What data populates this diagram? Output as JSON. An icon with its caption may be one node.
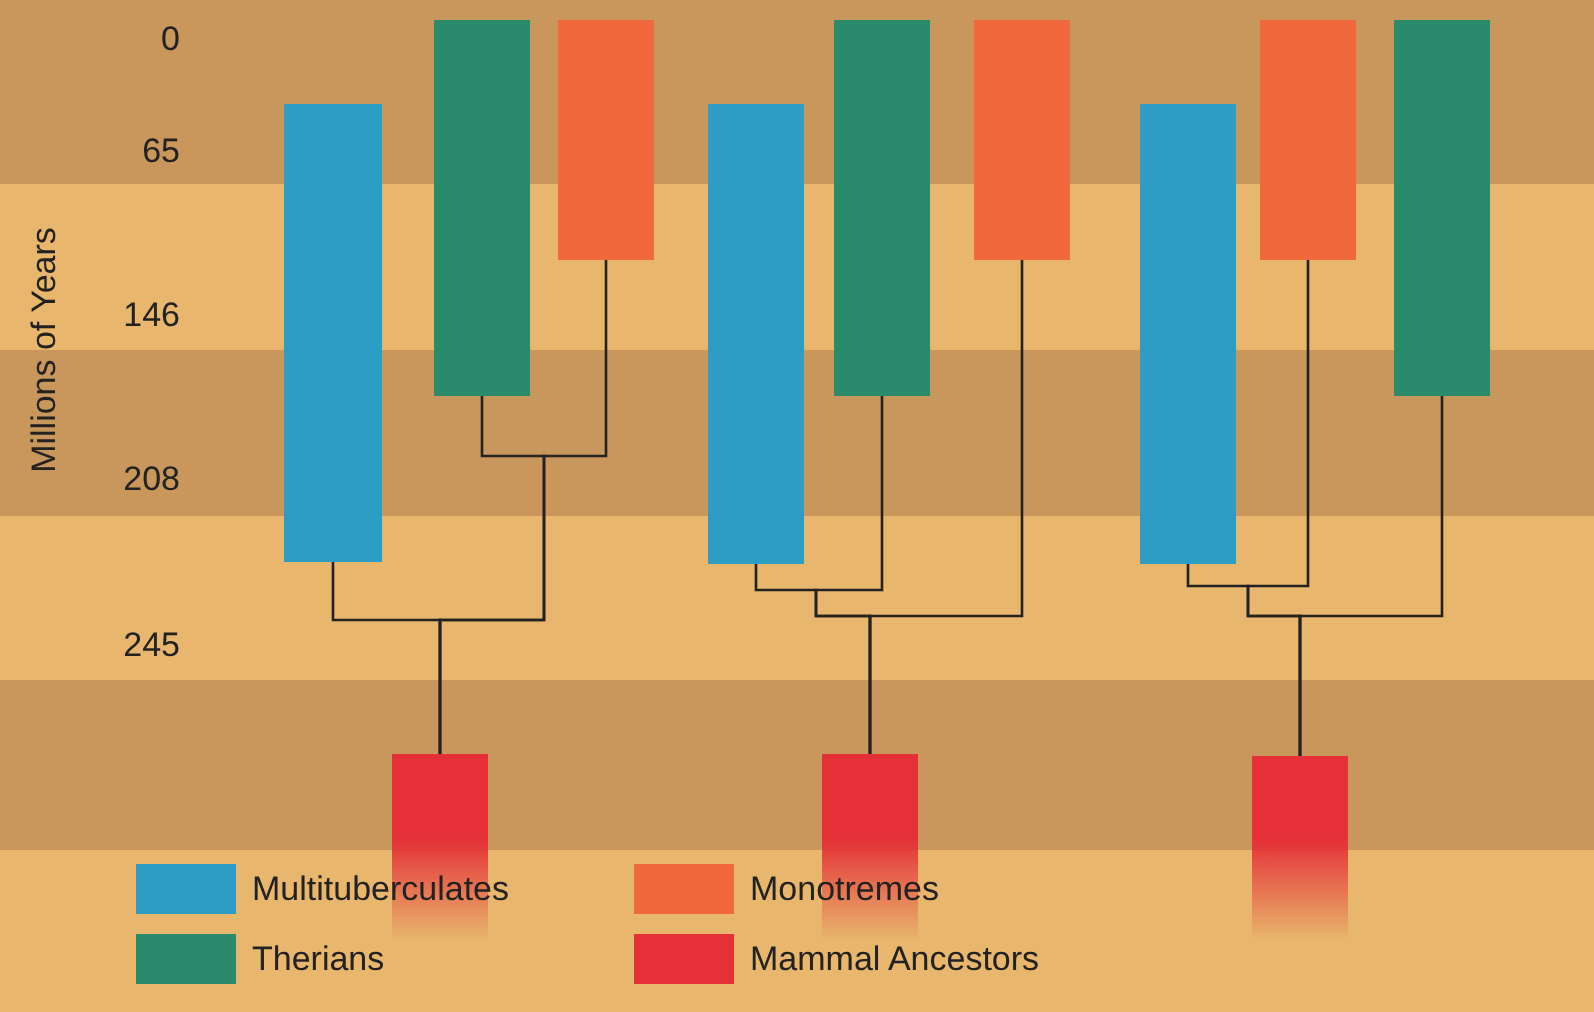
{
  "diagram": {
    "nodes": [
      {
        "text": [],
        "shape": "bar"
      },
      {
        "text": [],
        "shape": "bar"
      },
      {
        "text": [],
        "shape": "bar"
      },
      {
        "text": [],
        "shape": "bar"
      },
      {
        "text": [],
        "shape": "bar"
      },
      {
        "text": [],
        "shape": "bar"
      },
      {
        "text": [],
        "shape": "bar"
      },
      {
        "text": [],
        "shape": "bar"
      },
      {
        "text": [],
        "shape": "bar"
      },
      {
        "text": [],
        "shape": "bar"
      },
      {
        "text": [],
        "shape": "bar"
      },
      {
        "text": [],
        "shape": "bar"
      }
    ],
    "edges": [
      {
        "from": 3,
        "to": 0,
        "arrow": "none"
      },
      {
        "from": 3,
        "to": 1,
        "arrow": "none"
      },
      {
        "from": 3,
        "to": 2,
        "arrow": "none"
      },
      {
        "from": 7,
        "to": 4,
        "arrow": "none"
      },
      {
        "from": 7,
        "to": 5,
        "arrow": "none"
      },
      {
        "from": 7,
        "to": 6,
        "arrow": "none"
      },
      {
        "from": 11,
        "to": 8,
        "arrow": "none"
      },
      {
        "from": 11,
        "to": 9,
        "arrow": "none"
      },
      {
        "from": 11,
        "to": 10,
        "arrow": "none"
      }
    ],
    "labels": [
      "0",
      "65",
      "146",
      "208",
      "245",
      "Millions of Years"
    ],
    "legend": [
      {
        "text": "Multituberculates",
        "color": "#2c9dc4"
      },
      {
        "text": "Monotremes",
        "color": "#f0693c"
      },
      {
        "text": "Therians",
        "color": "#2a8a6c"
      },
      {
        "text": "Mammal Ancestors",
        "color": "#e53038"
      }
    ]
  }
}
